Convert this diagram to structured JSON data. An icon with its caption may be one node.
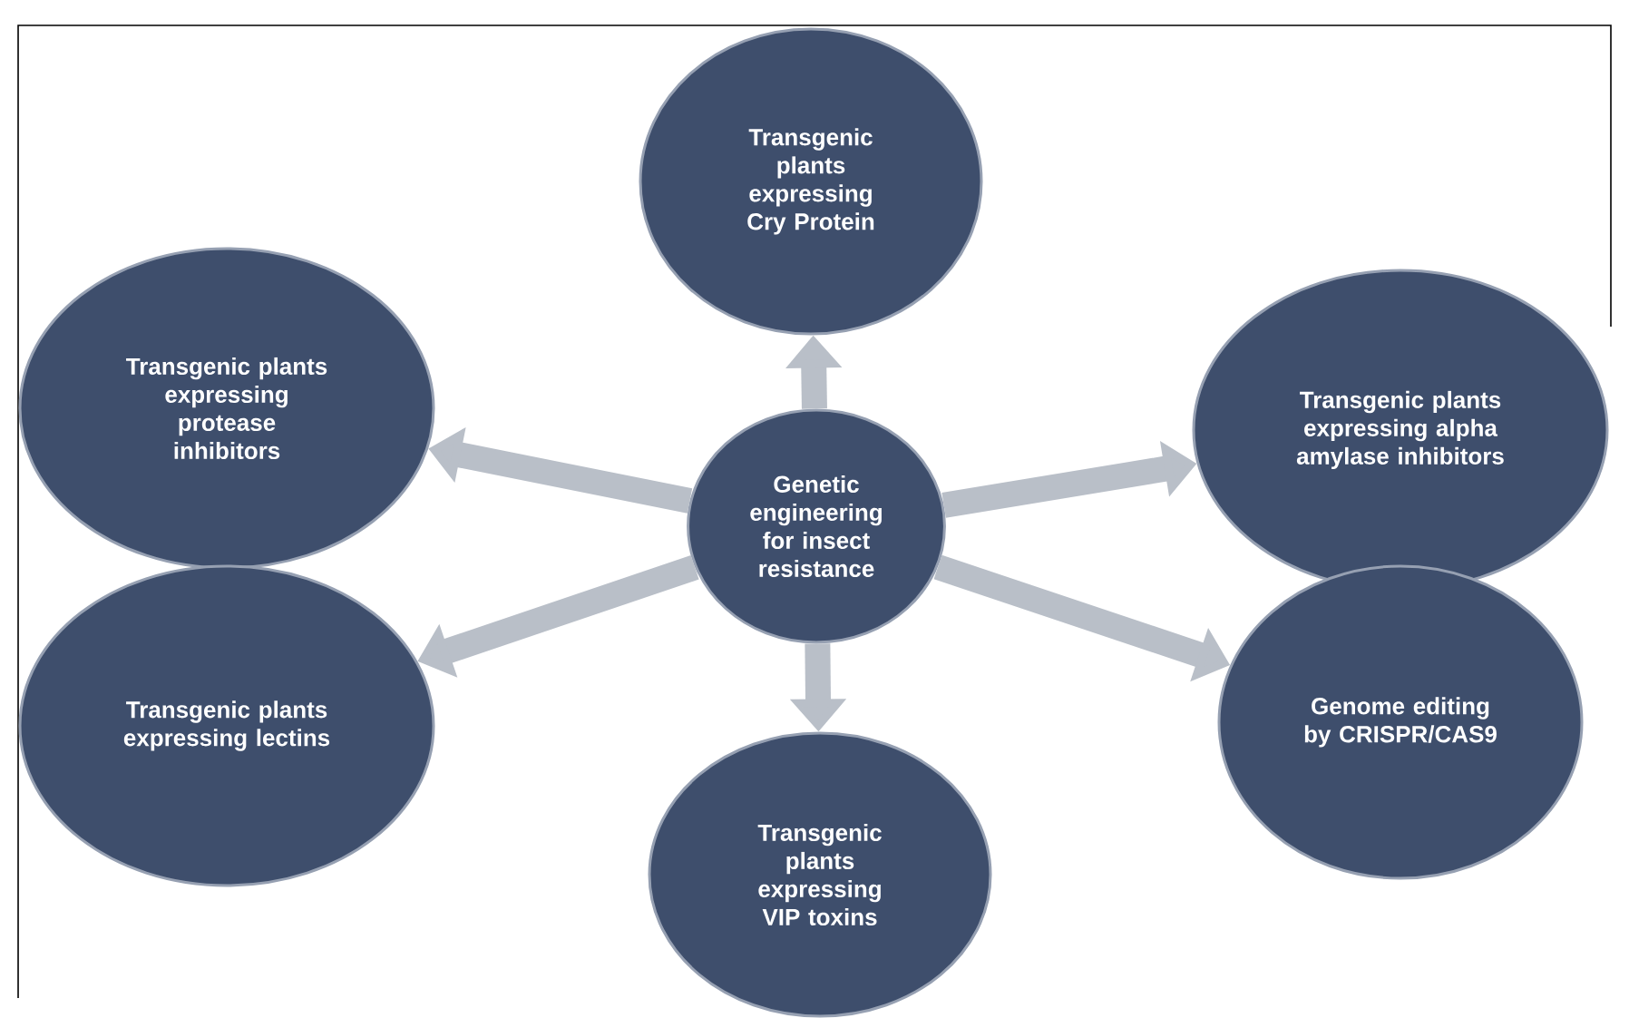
{
  "diagram": {
    "nodes": [
      {
        "text": [
          "Transgenic plants expressing Cry Protein"
        ]
      },
      {
        "text": [
          "Transgenic plants expressing protease inhibitors"
        ]
      },
      {
        "text": [
          "Transgenic plants expressing alpha amylase inhibitors"
        ]
      },
      {
        "text": [
          "Genetic engineering for insect resistance"
        ]
      },
      {
        "text": [
          "Transgenic plants expressing lectins"
        ]
      },
      {
        "text": [
          "Genome editing by CRISPR/CAS9"
        ]
      },
      {
        "text": [
          "Transgenic plants expressing VIP toxins"
        ]
      }
    ],
    "edges": [
      {
        "from": 3,
        "to": 0,
        "arrow": "to"
      },
      {
        "from": 3,
        "to": 1,
        "arrow": "to"
      },
      {
        "from": 3,
        "to": 2,
        "arrow": "to"
      },
      {
        "from": 3,
        "to": 4,
        "arrow": "to"
      },
      {
        "from": 3,
        "to": 5,
        "arrow": "to"
      },
      {
        "from": 3,
        "to": 6,
        "arrow": "to"
      }
    ]
  }
}
